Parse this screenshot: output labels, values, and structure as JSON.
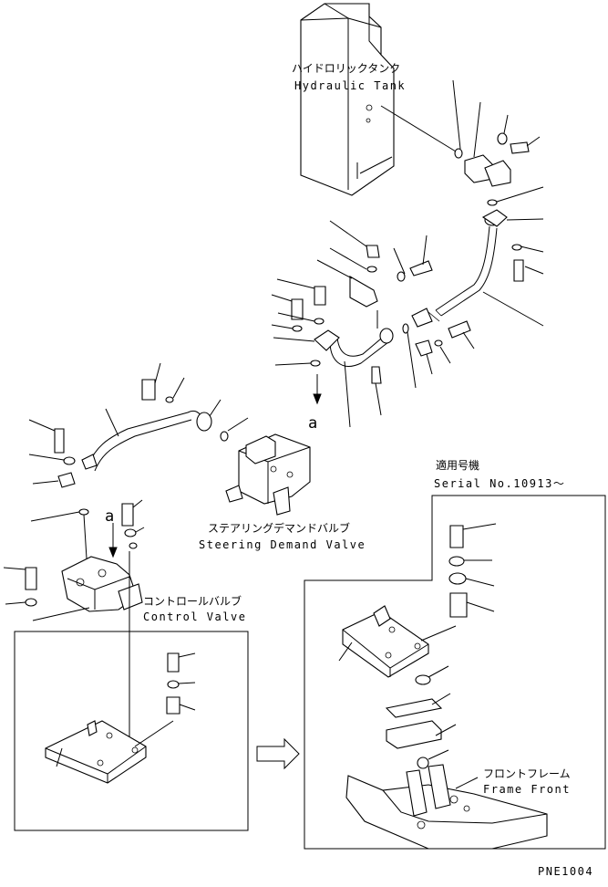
{
  "labels": {
    "hydraulic_tank_jp": "ハイドロリックタンク",
    "hydraulic_tank_en": "Hydraulic Tank",
    "steering_valve_jp": "ステアリングデマンドバルブ",
    "steering_valve_en": "Steering Demand Valve",
    "control_valve_jp": "コントロールバルブ",
    "control_valve_en": "Control Valve",
    "serial_jp": "適用号機",
    "serial_en": "Serial No.10913～",
    "frame_front_jp": "フロントフレーム",
    "frame_front_en": "Frame Front",
    "view_marker_1": "a",
    "view_marker_2": "a",
    "drawing_code": "PNE1004"
  }
}
